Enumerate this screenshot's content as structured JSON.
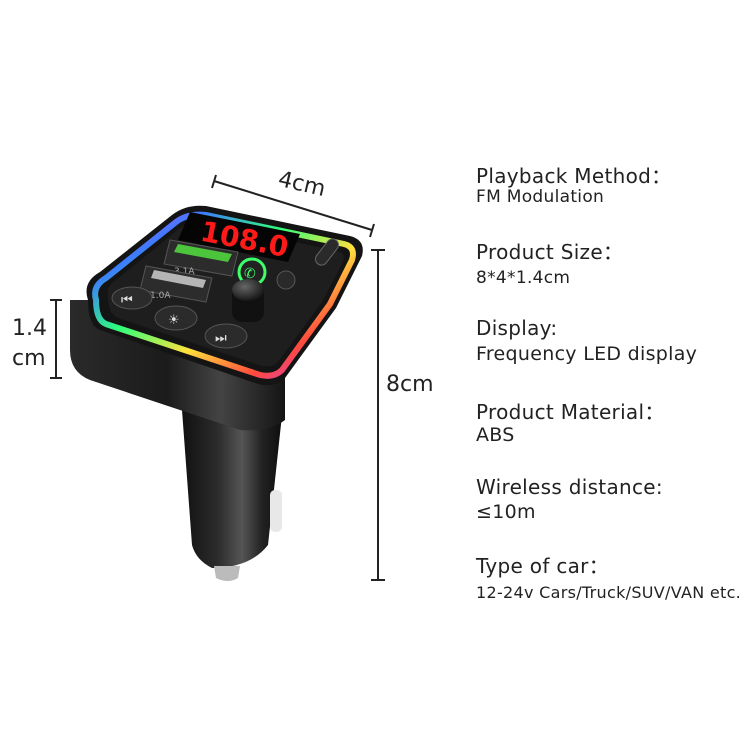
{
  "dimensions": {
    "width_label": "4cm",
    "height_label": "8cm",
    "depth_label_top": "1.4",
    "depth_label_bottom": "cm"
  },
  "device": {
    "display_text": "108.0",
    "usb1_label": "3.1A",
    "usb2_label": "1.0A",
    "display_color": "#ff1a1a",
    "body_color": "#1a1a1a"
  },
  "specs": [
    {
      "label": "Playback Method：",
      "value": "FM Modulation"
    },
    {
      "label": "Product Size：",
      "value": "8*4*1.4cm"
    },
    {
      "label": "Display:",
      "value": "Frequency LED display"
    },
    {
      "label": "Product Material：",
      "value": "ABS"
    },
    {
      "label": "Wireless distance:",
      "value": "≤10m"
    },
    {
      "label": "Type of car：",
      "value": "12-24v Cars/Truck/SUV/VAN etc."
    }
  ]
}
